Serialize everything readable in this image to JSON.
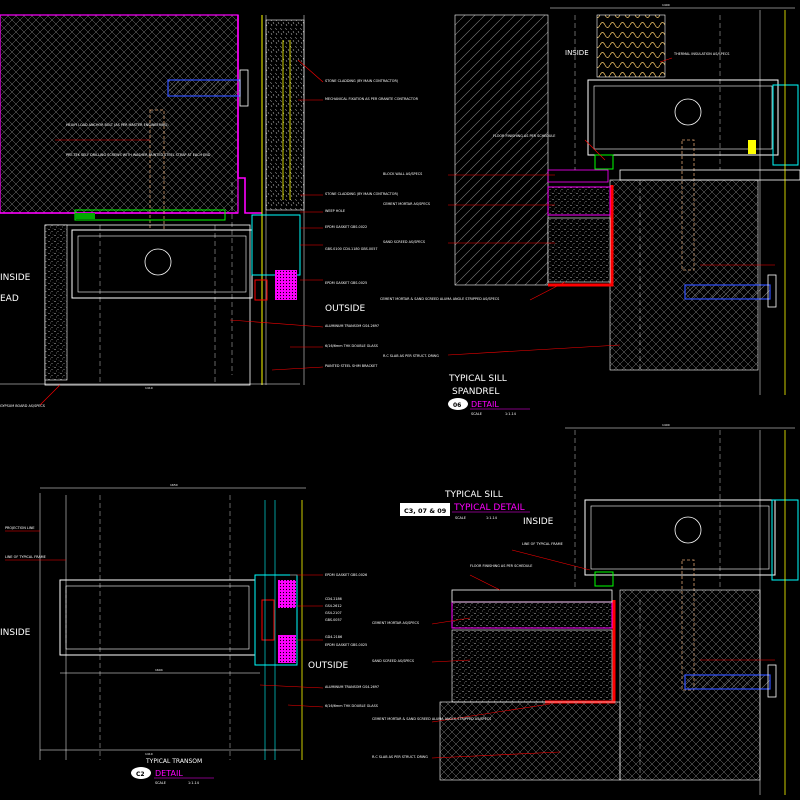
{
  "colors": {
    "background": "#000000",
    "white": "#ffffff",
    "yellow": "#ffff00",
    "cyan": "#00ffff",
    "green": "#00ff00",
    "red": "#ff0000",
    "magenta": "#ff00ff",
    "blue": "#3050ff",
    "grey": "#8a8a8a"
  },
  "detail_top_left": {
    "inside": "INSIDE",
    "head": "EAD",
    "outside": "OUTSIDE",
    "bottom_dim": "1410",
    "notes_right": [
      "STONE CLADDING (BY MAIN CONTRACTOR)",
      "MECHANICAL FIXATION AS PER GRANITE CONTRACTOR",
      "STONE CLADDING (BY MAIN CONTRACTOR)",
      "WEEP HOLE",
      "EPDM GASKET GBS.0022",
      "GBS.0100 CD4.1180 GBS.0057",
      "EPDM GASKET GBS.0025",
      "ALUMINUM TRANSOM GS4.2697",
      "6/16/6mm THK DOUBLE GLASS",
      "PAINTED STEEL SHIM BRACKET"
    ],
    "notes_left": [
      "HEAVY LOAD ANCHOR BOLT (AS PER MASTER ENGINEERING)",
      "PRE-TEK SELF DRILLING SCREWS WITH WASHER PAINTED STEEL STRAP AT EACH END"
    ],
    "bottom_note": "GYPSUM BOARD AS/SPECS"
  },
  "detail_top_right": {
    "inside": "INSIDE",
    "title_line1": "TYPICAL SILL",
    "title_line2": "SPANDREL",
    "badge": "06",
    "detail_label": "DETAIL",
    "scale_label": "SCALE",
    "scale_value": "1:1.14",
    "top_dim": "1400",
    "notes": [
      "THERMAL INSULATION AS/SPECS",
      "FLOOR FINISHING AS PER SCHEDULE",
      "BLOCK WALL AS/SPECS",
      "CEMENT MORTAR AS/SPECS",
      "SAND SCREED AS/SPECS",
      "CEMENT MORTAR & SAND SCREED ALUMA ANGLE STRIPPED AS/SPECS",
      "R.C SLAB AS PER STRUCT. DRWG"
    ]
  },
  "detail_bottom_left": {
    "inside": "INSIDE",
    "outside": "OUTSIDE",
    "title": "TYPICAL TRANSOM",
    "badge": "C2",
    "detail_label": "DETAIL",
    "scale_label": "SCALE",
    "scale_value": "1:1.14",
    "top_dim": "1650",
    "mid_dim": "1604",
    "bottom_dim": "1410",
    "notes_left": [
      "PROJECTION LINE",
      "LINE OF TYPICAL FRAME"
    ],
    "notes_right": [
      "EPDM GASKET GBS.0026",
      "CD4.2186",
      "GS4.2612",
      "GS4.2107",
      "GBS.0057",
      "GD4.2186",
      "EPDM GASKET GBS.0025",
      "ALUMINUM TRANSOM GS4.2697",
      "6/16/6mm THK DOUBLE GLASS"
    ]
  },
  "detail_bottom_right": {
    "inside": "INSIDE",
    "title": "TYPICAL SILL",
    "subtitle": "TYPICAL DETAIL",
    "badge": "C3, 07 & 09",
    "scale_label": "SCALE",
    "scale_value": "1:1.14",
    "top_dim": "1400",
    "notes": [
      "LINE OF TYPICAL FRAME",
      "FLOOR FINISHING AS PER SCHEDULE",
      "CEMENT MORTAR AS/SPECS",
      "SAND SCREED AS/SPECS",
      "CEMENT MORTAR & SAND SCREED ALUMA ANGLE STRIPPED AS/SPECS",
      "R.C SLAB AS PER STRUCT. DRWG"
    ]
  }
}
